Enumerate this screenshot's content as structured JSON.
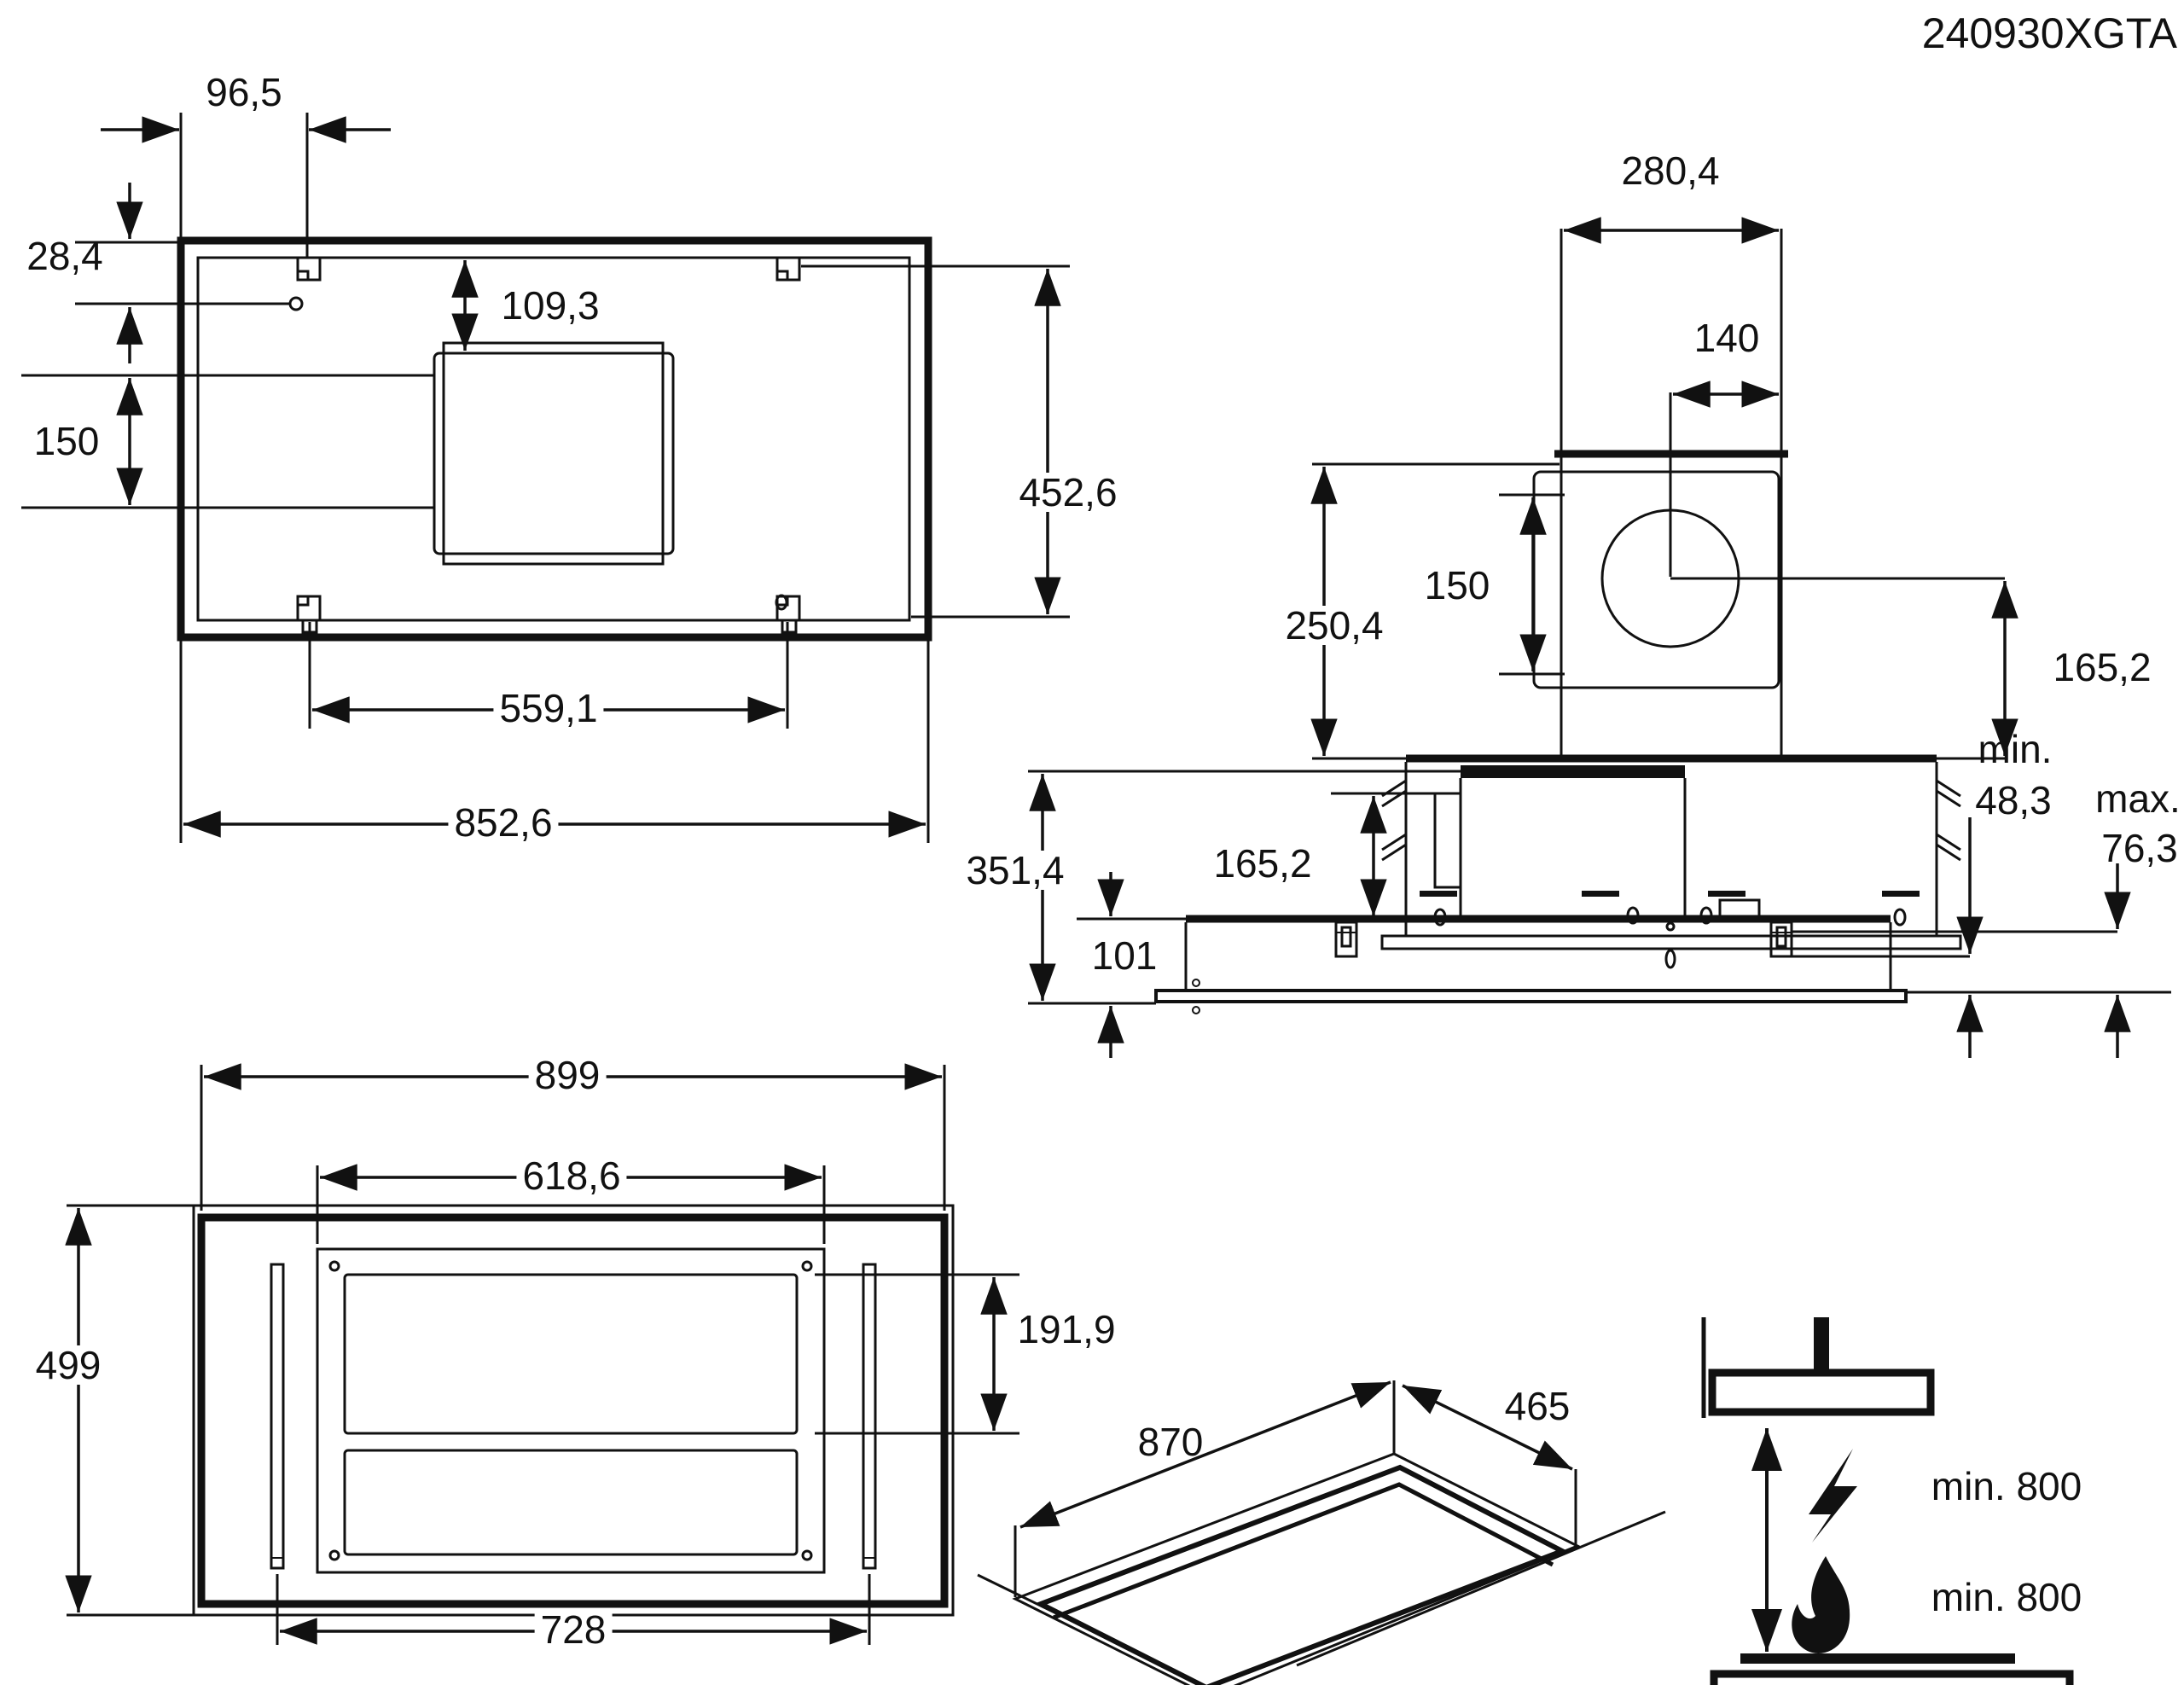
{
  "code": "240930XGTA",
  "views": {
    "top": {
      "dims": {
        "offset_top": "96,5",
        "corner_inset": "28,4",
        "duct_channel_width": "150",
        "duct_offset": "109,3",
        "mount_span_depth": "452,6",
        "mount_span_width": "559,1",
        "body_width": "852,6"
      }
    },
    "front": {
      "dims": {
        "duct_box_width": "280,4",
        "duct_center_offset": "140",
        "duct_box_height": "250,4",
        "duct_diameter": "150",
        "duct_center_height": "165,2"
      }
    },
    "side": {
      "dims": {
        "total_height": "351,4",
        "motor_height": "165,2",
        "recess_depth": "101",
        "ceiling_gap_min_label": "min.",
        "ceiling_gap_min": "48,3",
        "ceiling_gap_max_label": "max.",
        "ceiling_gap_max": "76,3"
      }
    },
    "bottom": {
      "dims": {
        "body_width": "899",
        "filter_frame_width": "618,6",
        "filter_panel_depth": "191,9",
        "body_depth": "499",
        "lamp_span": "728"
      }
    },
    "perspective": {
      "dims": {
        "cutout_width": "870",
        "cutout_depth": "465"
      }
    },
    "clearance": {
      "electric_min": "min. 800",
      "gas_min": "min. 800"
    }
  }
}
